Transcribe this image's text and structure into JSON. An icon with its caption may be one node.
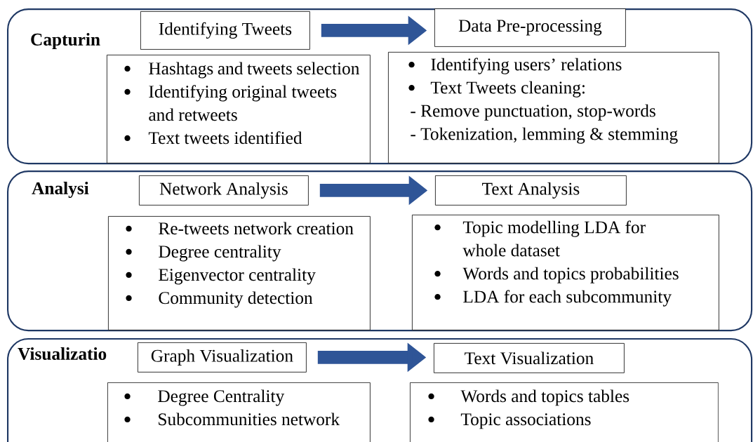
{
  "diagram": {
    "nodes": [
      {
        "text": [
          "Capturin"
        ]
      },
      {
        "text": [
          "Identifying Tweets"
        ],
        "in": 0
      },
      {
        "text": [
          "Data Pre-processing"
        ],
        "in": 0
      },
      {
        "text": [
          "Hashtags and tweets selection",
          "Identifying original tweets and retweets",
          "Text tweets identified"
        ],
        "in": 0
      },
      {
        "text": [
          "Identifying users’ relations",
          "Text Tweets cleaning:",
          "- Remove punctuation, stop-words",
          "- Tokenization, lemming & stemming"
        ],
        "in": 0
      },
      {
        "text": [
          "Analysi"
        ]
      },
      {
        "text": [
          "Network Analysis"
        ],
        "in": 5
      },
      {
        "text": [
          "Text Analysis"
        ],
        "in": 5
      },
      {
        "text": [
          "Re-tweets network creation",
          "Degree centrality",
          "Eigenvector centrality",
          "Community detection"
        ],
        "in": 5
      },
      {
        "text": [
          "Topic modelling LDA for whole dataset",
          "Words and topics probabilities",
          "LDA for each subcommunity"
        ],
        "in": 5
      },
      {
        "text": [
          "Visualizatio"
        ]
      },
      {
        "text": [
          "Graph Visualization"
        ],
        "in": 10
      },
      {
        "text": [
          "Text Visualization"
        ],
        "in": 10
      },
      {
        "text": [
          "Degree Centrality",
          "Subcommunities network"
        ],
        "in": 10
      },
      {
        "text": [
          "Words and topics tables",
          "Topic associations"
        ],
        "in": 10
      }
    ],
    "edges": [
      {
        "from": 1,
        "to": 2,
        "arrow": "to"
      },
      {
        "from": 6,
        "to": 7,
        "arrow": "to"
      },
      {
        "from": 11,
        "to": 12,
        "arrow": "to"
      }
    ]
  }
}
